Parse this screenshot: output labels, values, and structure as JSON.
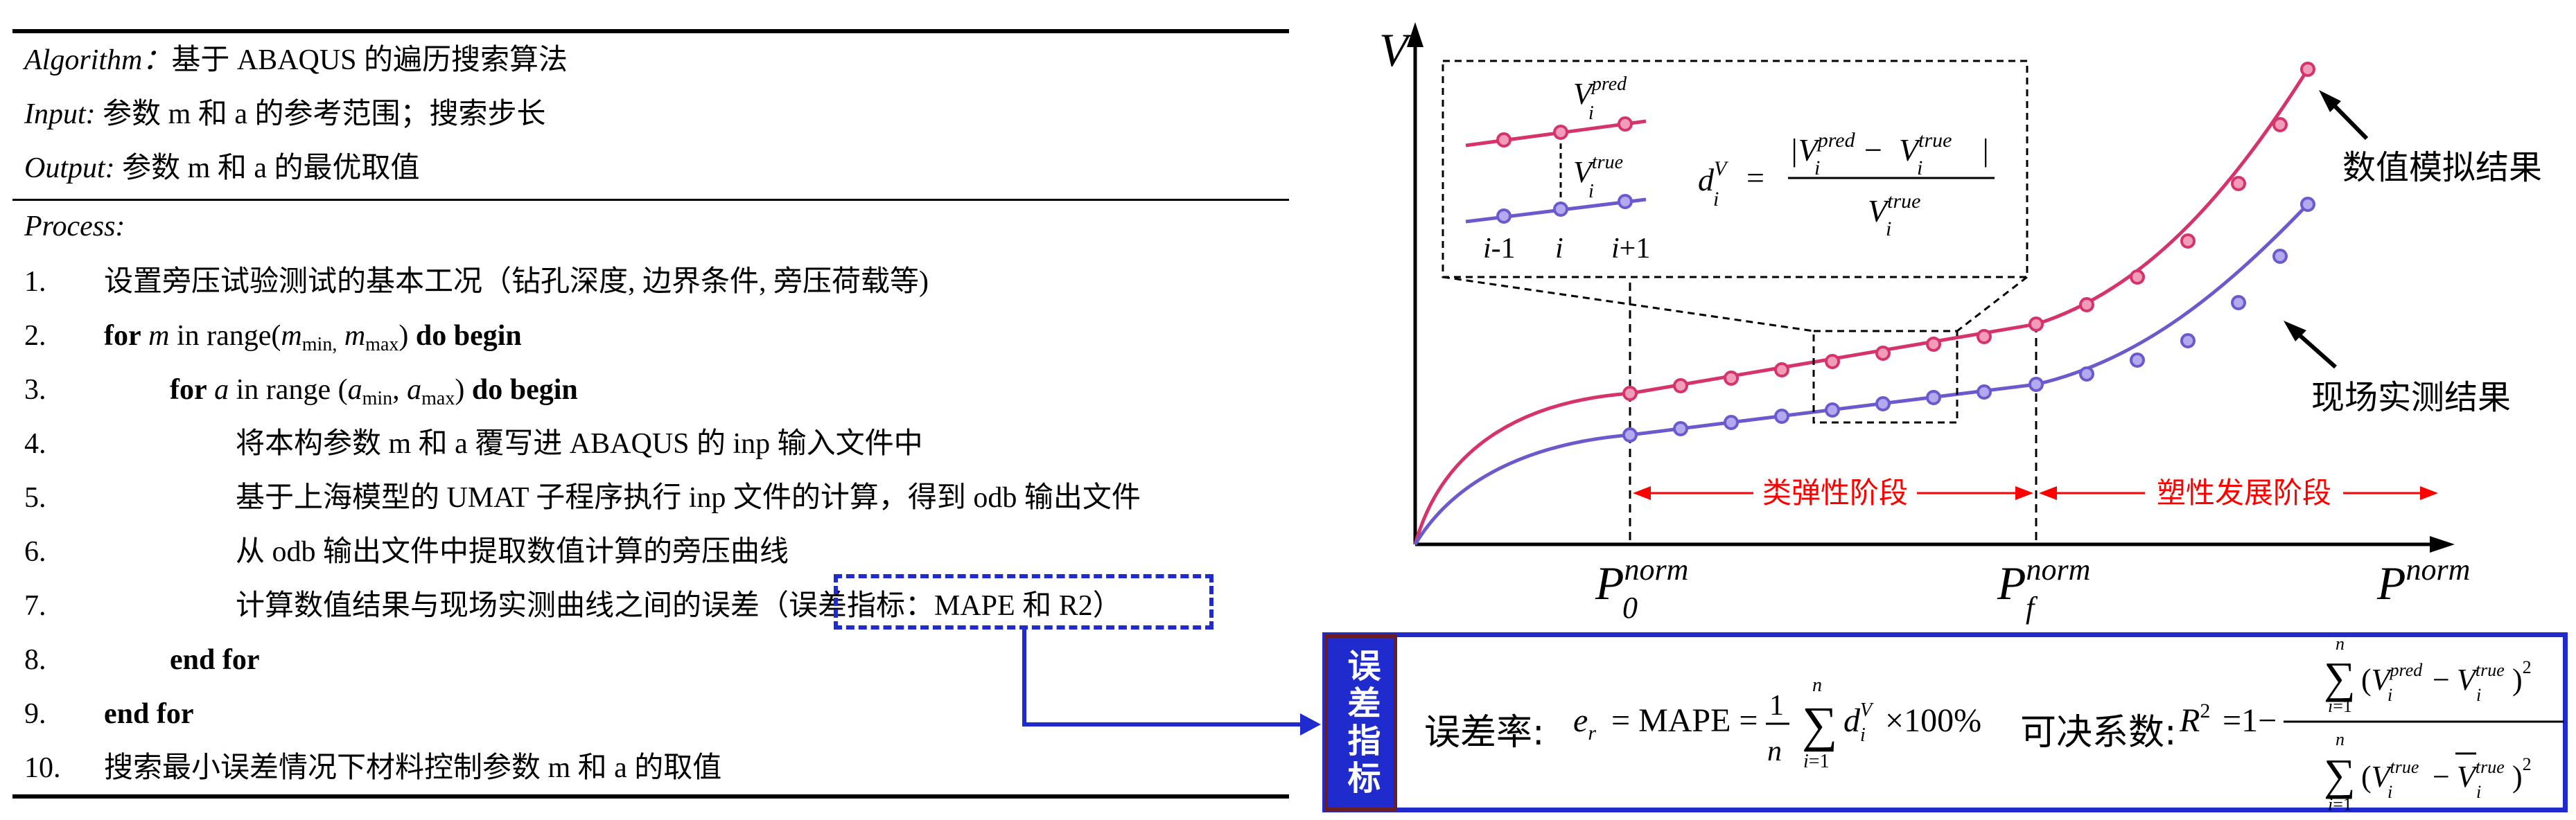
{
  "algorithm": {
    "title_label": "Algorithm：",
    "title_text": "基于 ABAQUS 的遍历搜索算法",
    "input_label": "Input:",
    "input_text": "参数 m 和 a 的参考范围；搜索步长",
    "output_label": "Output:",
    "output_text": "参数 m 和 a 的最优取值",
    "process_label": "Process:",
    "steps": [
      {
        "num": "1.",
        "text": "设置旁压试验测试的基本工况（钻孔深度, 边界条件, 旁压荷载等)"
      },
      {
        "num": "2.",
        "text": "for m in range(mmin, mmax) do begin"
      },
      {
        "num": "3.",
        "text": "for a in range (amin, amax) do begin"
      },
      {
        "num": "4.",
        "text": "将本构参数 m 和 a 覆写进 ABAQUS 的 inp 输入文件中"
      },
      {
        "num": "5.",
        "text": "基于上海模型的 UMAT 子程序执行 inp 文件的计算，得到 odb 输出文件"
      },
      {
        "num": "6.",
        "text": "从 odb 输出文件中提取数值计算的旁压曲线"
      },
      {
        "num": "7.",
        "text": "计算数值结果与现场实测曲线之间的误差（误差指标：MAPE 和 R2）"
      },
      {
        "num": "8.",
        "text": "end for"
      },
      {
        "num": "9.",
        "text": "end for"
      },
      {
        "num": "10.",
        "text": "搜索最小误差情况下材料控制参数 m 和 a 的取值"
      }
    ]
  },
  "chart": {
    "y_axis_label": "V",
    "x_axis_label": "P^norm",
    "p0_label": "P0^norm",
    "pf_label": "Pf^norm",
    "sim_label": "数值模拟结果",
    "meas_label": "现场实测结果",
    "elastic_label": "类弹性阶段",
    "plastic_label": "塑性发展阶段",
    "inset_pred_label": "Vi^pred",
    "inset_true_label": "Vi^true",
    "inset_ticks": [
      "i-1",
      "i",
      "i+1"
    ],
    "inset_formula": "di^V = |Vi^pred − Vi^true| / Vi^true",
    "colors": {
      "sim": "#d6336c",
      "meas": "#6a5acd",
      "stage": "#ff0000",
      "accent": "#1f2bcc"
    }
  },
  "metrics": {
    "tag": "误差指标",
    "error_rate_label": "误差率:",
    "error_rate_formula": "e_r = MAPE = (1/n) Σ(i=1..n) d_i^V × 100%",
    "r2_label": "可决系数:",
    "r2_formula": "R^2 = 1 − Σ(V_i^pred − V_i^true)^2 / Σ(V_i^true − mean(V^true))^2"
  }
}
